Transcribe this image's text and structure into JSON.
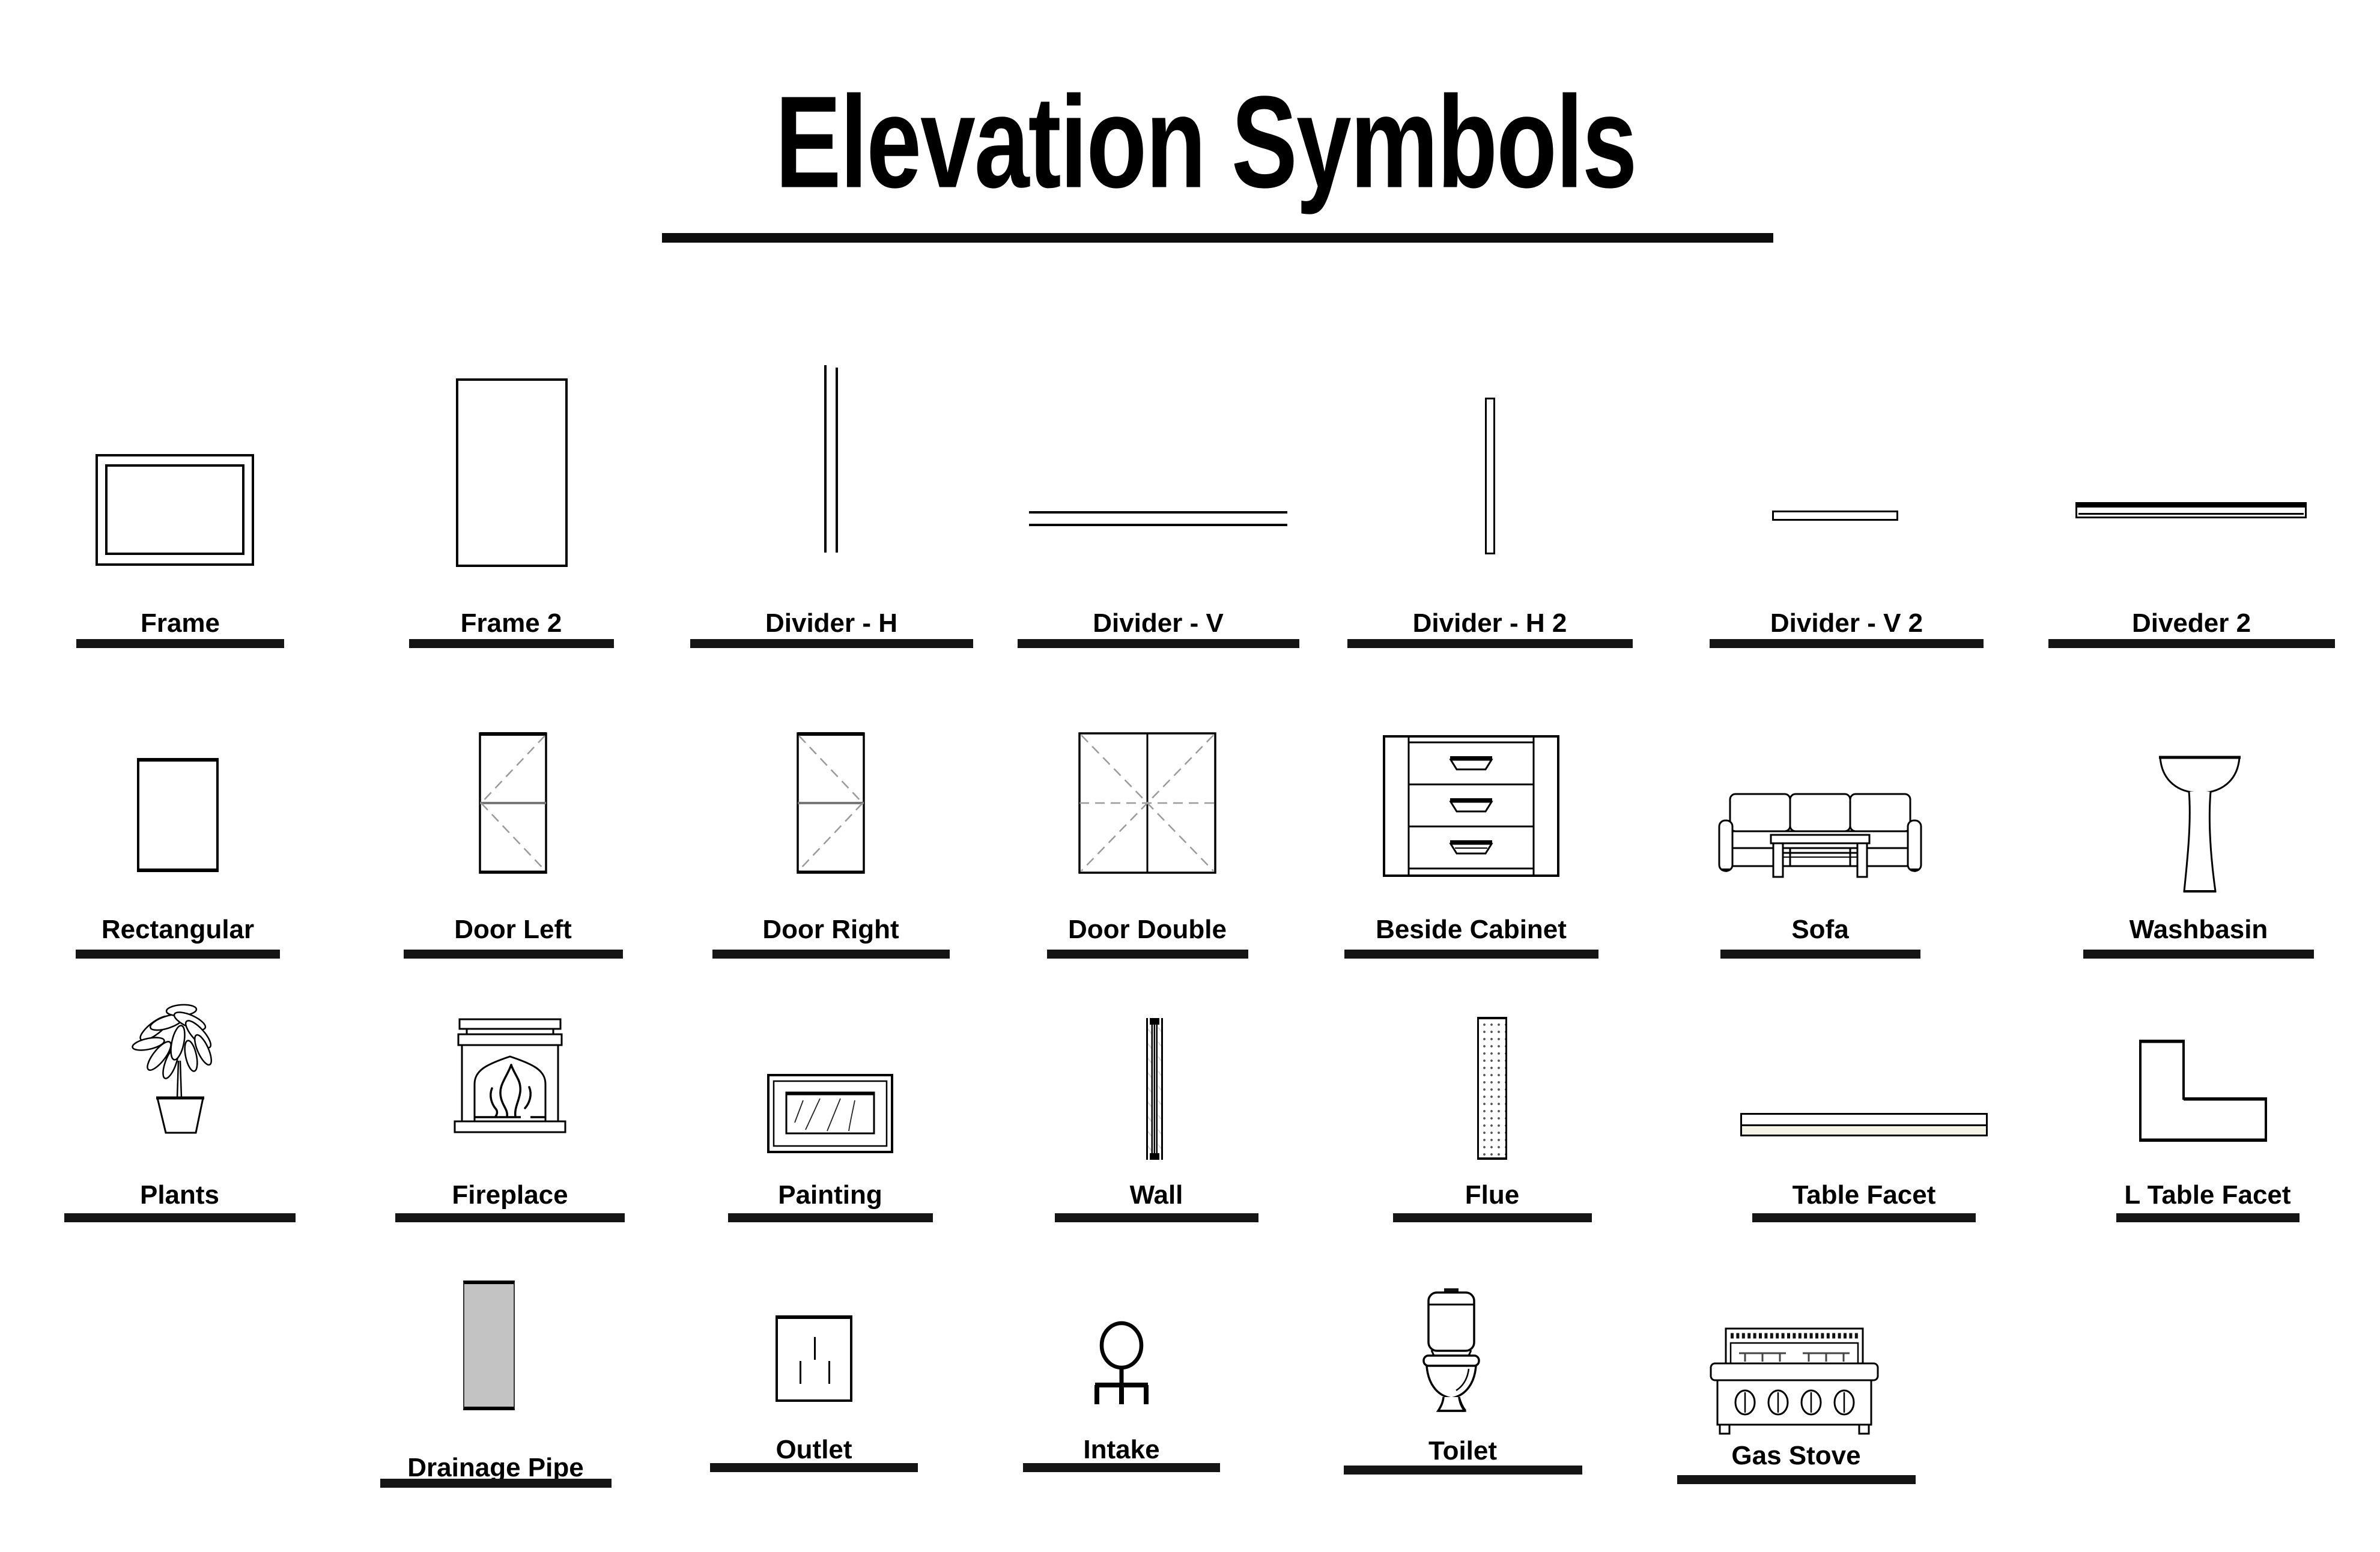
{
  "title": {
    "text": "Elevation Symbols"
  },
  "colors": {
    "ink": "#000000",
    "gray_fill": "#c3c3c3",
    "dash_gray": "#9a9a9a",
    "cream": "#f5f3e6"
  },
  "labels": {
    "frame": "Frame",
    "frame2": "Frame 2",
    "divider_h": "Divider - H",
    "divider_v": "Divider - V",
    "divider_h2": "Divider - H 2",
    "divider_v2": "Divider - V 2",
    "diveder2": "Diveder 2",
    "rectangular": "Rectangular",
    "door_left": "Door Left",
    "door_right": "Door Right",
    "door_double": "Door Double",
    "beside_cabinet": "Beside Cabinet",
    "sofa": "Sofa",
    "washbasin": "Washbasin",
    "plants": "Plants",
    "fireplace": "Fireplace",
    "painting": "Painting",
    "wall": "Wall",
    "flue": "Flue",
    "table_facet": "Table Facet",
    "l_table_facet": "L Table Facet",
    "drainage_pipe": "Drainage Pipe",
    "outlet": "Outlet",
    "intake": "Intake",
    "toilet": "Toilet",
    "gas_stove": "Gas Stove"
  }
}
